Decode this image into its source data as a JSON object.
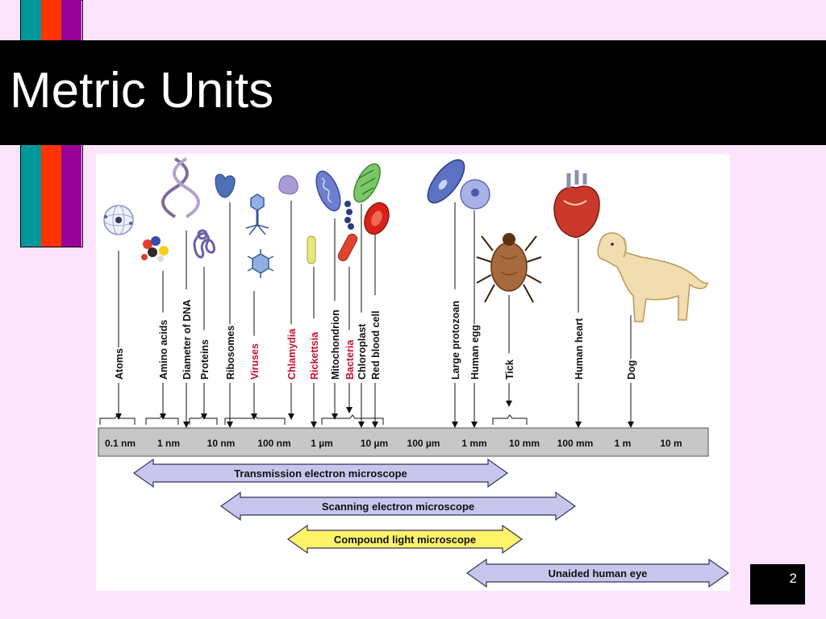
{
  "slide": {
    "title": "Metric Units",
    "page_number": "2"
  },
  "colors": {
    "background": "#fce5fc",
    "stripe_teal": "#009999",
    "stripe_red": "#ff3300",
    "stripe_purple": "#990099",
    "label_red": "#c8102e",
    "ruler_gray": "#c7c7c7",
    "arrow_lavender": "#c9c6ee",
    "arrow_yellow": "#fff36a"
  },
  "scale": {
    "ticks": [
      "0.1 nm",
      "1 nm",
      "10 nm",
      "100 nm",
      "1 µm",
      "10 µm",
      "100 µm",
      "1 mm",
      "10 mm",
      "100 mm",
      "1 m",
      "10 m"
    ]
  },
  "objects": [
    {
      "label": "Atoms",
      "red": false,
      "icon": "atom-icon"
    },
    {
      "label": "Amino acids",
      "red": false,
      "icon": "amino-acid-icon"
    },
    {
      "label": "Diameter of DNA",
      "red": false,
      "icon": "dna-icon"
    },
    {
      "label": "Proteins",
      "red": false,
      "icon": "protein-icon"
    },
    {
      "label": "Ribosomes",
      "red": false,
      "icon": "ribosome-icon"
    },
    {
      "label": "Viruses",
      "red": true,
      "icon": "virus-icon"
    },
    {
      "label": "Chlamydia",
      "red": true,
      "icon": "chlamydia-icon"
    },
    {
      "label": "Rickettsia",
      "red": true,
      "icon": "rickettsia-icon"
    },
    {
      "label": "Mitochondrion",
      "red": false,
      "icon": "mitochondrion-icon"
    },
    {
      "label": "Bacteria",
      "red": true,
      "icon": "bacteria-icon"
    },
    {
      "label": "Chloroplast",
      "red": false,
      "icon": "chloroplast-icon"
    },
    {
      "label": "Red blood cell",
      "red": false,
      "icon": "red-blood-cell-icon"
    },
    {
      "label": "Large protozoan",
      "red": false,
      "icon": "protozoan-icon"
    },
    {
      "label": "Human egg",
      "red": false,
      "icon": "egg-cell-icon"
    },
    {
      "label": "Tick",
      "red": false,
      "icon": "tick-icon"
    },
    {
      "label": "Human heart",
      "red": false,
      "icon": "heart-icon"
    },
    {
      "label": "Dog",
      "red": false,
      "icon": "dog-icon"
    }
  ],
  "ranges": [
    {
      "label": "Transmission electron microscope",
      "fill": "lavender"
    },
    {
      "label": "Scanning electron microscope",
      "fill": "lavender"
    },
    {
      "label": "Compound light microscope",
      "fill": "yellow"
    },
    {
      "label": "Unaided human eye",
      "fill": "lavender"
    }
  ]
}
